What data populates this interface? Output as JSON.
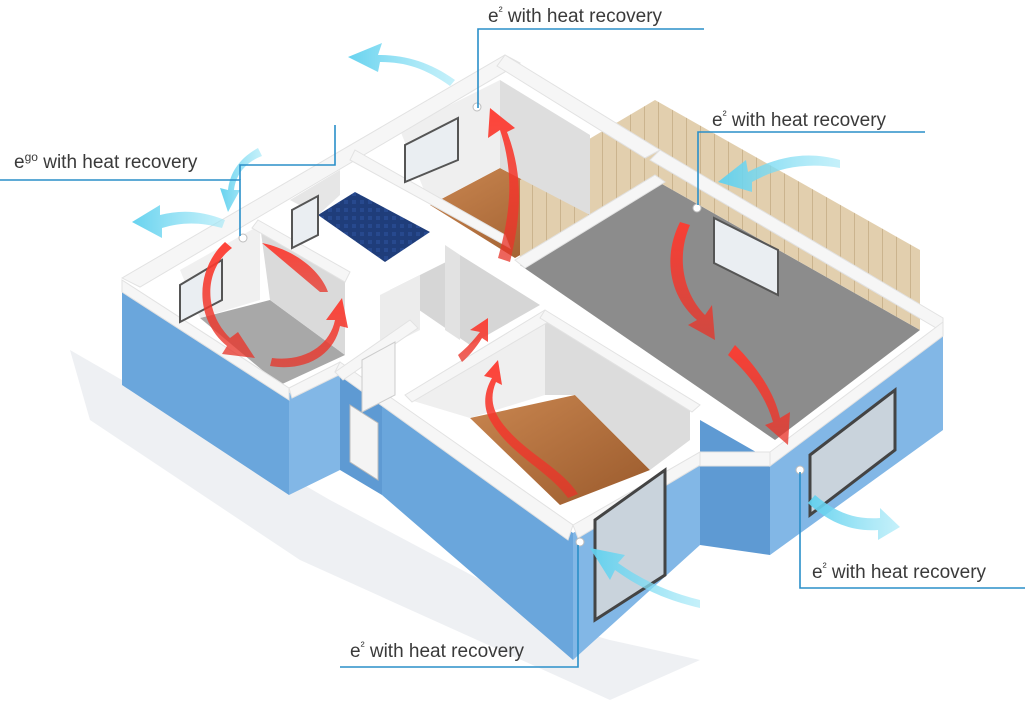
{
  "callouts": {
    "top": {
      "prefix": "e",
      "sup": "²",
      "text": " with heat recovery"
    },
    "upper_right": {
      "prefix": "e",
      "sup": "²",
      "text": " with heat recovery"
    },
    "left": {
      "prefix": "e",
      "sup": "go",
      "text": " with heat recovery"
    },
    "lower_right": {
      "prefix": "e",
      "sup": "²",
      "text": " with heat recovery"
    },
    "bottom": {
      "prefix": "e",
      "sup": "²",
      "text": " with heat recovery"
    }
  },
  "colors": {
    "exterior_wall": "#6aa6dc",
    "wall_top": "#f4f4f4",
    "interior_wall": "#e9e9e9",
    "wood_floor": "#b8743f",
    "grey_floor": "#8c8c8c",
    "tile_floor": "#a8a8a8",
    "pool_tile": "#1f3d7a",
    "intake_arrow": "#7fdcf2",
    "internal_arrow": "#e8302a",
    "callout_line": "#2a8fc9"
  }
}
